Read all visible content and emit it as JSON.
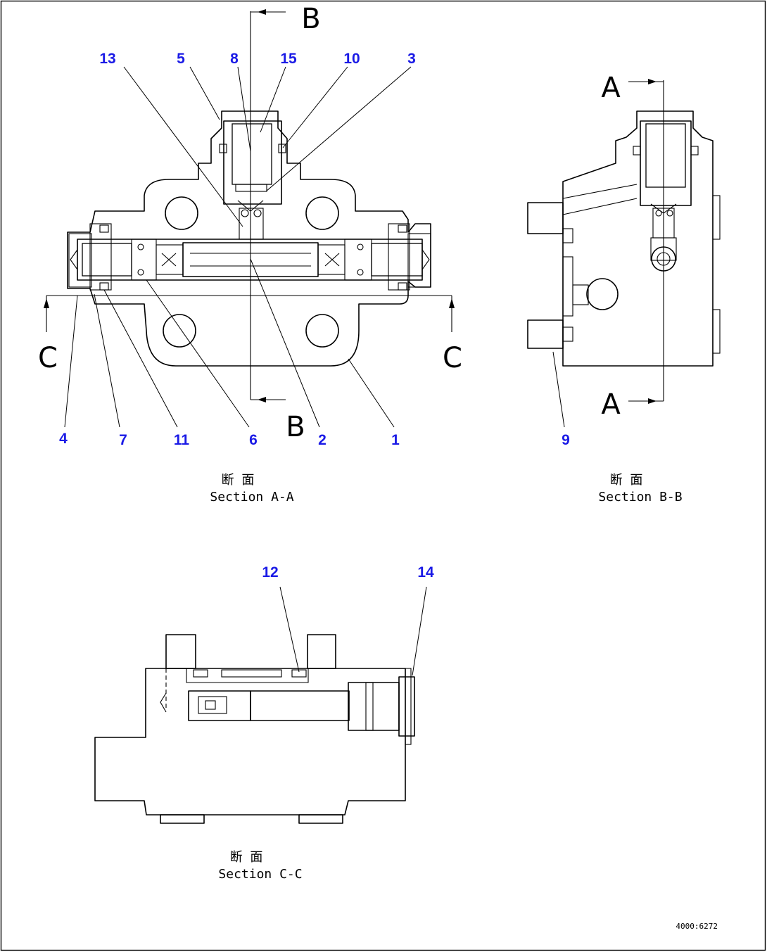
{
  "section_aa": {
    "caption_jp": "断 面",
    "caption_en": "Section A-A",
    "cut_b_top": "B",
    "cut_b_bottom": "B",
    "cut_c_left": "C",
    "cut_c_right": "C",
    "callouts": {
      "c13": "13",
      "c5": "5",
      "c8": "8",
      "c15": "15",
      "c10": "10",
      "c3": "3",
      "c4": "4",
      "c7": "7",
      "c11": "11",
      "c6": "6",
      "c2": "2",
      "c1": "1"
    }
  },
  "section_bb": {
    "caption_jp": "断 面",
    "caption_en": "Section B-B",
    "cut_a_top": "A",
    "cut_a_bottom": "A",
    "callouts": {
      "c9": "9"
    }
  },
  "section_cc": {
    "caption_jp": "断 面",
    "caption_en": "Section C-C",
    "callouts": {
      "c12": "12",
      "c14": "14"
    }
  },
  "drawing_code": "4000:6272"
}
